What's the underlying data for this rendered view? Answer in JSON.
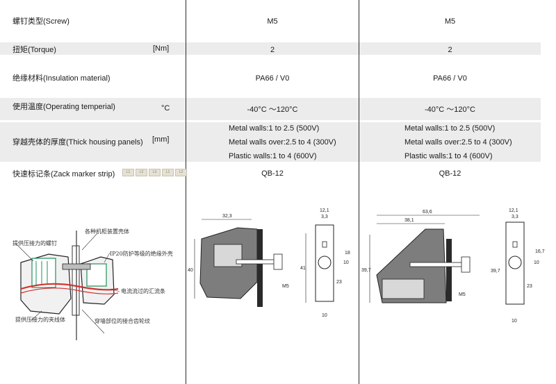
{
  "rows": [
    {
      "label": "螺钉类型(Screw)",
      "unit": "",
      "values": [
        "M5",
        "M5"
      ]
    },
    {
      "label": "扭矩(Torque)",
      "unit": "[Nm]",
      "values": [
        "2",
        "2"
      ]
    },
    {
      "label": "绝缘材料(Insulation material)",
      "unit": "",
      "values": [
        "PA66 / V0",
        "PA66 / V0"
      ]
    },
    {
      "label": "使用温度(Operating temperial)",
      "unit": "°C",
      "values": [
        "-40°C ～120°C",
        "-40°C ～120°C"
      ]
    },
    {
      "label": "穿越壳体的厚度(Thick housing panels)",
      "unit": "[mm]",
      "lines": [
        "Metal walls:1 to 2.5 (500V)",
        "Metal walls over:2.5 to 4 (300V)",
        "Plastic walls:1 to 4    (600V)"
      ]
    },
    {
      "label": "快速标记条(Zack marker strip)",
      "unit": "",
      "values": [
        "QB-12",
        "QB-12"
      ]
    }
  ],
  "marker_labels": [
    "L1",
    "L2",
    "L3",
    "L1",
    "L2"
  ],
  "annotations": {
    "screw": "提供压接力的螺钉",
    "housing": "各种机柜装置壳体",
    "ip20": "IP20防护等级的绝缘外壳",
    "busbar": "电流流过的汇流条",
    "clamp": "提供压接力的夹线体",
    "gear": "穿墙部位的接合齿轮纹"
  },
  "drawing1": {
    "width": "32,3",
    "height": "40",
    "right_h": "41",
    "screw": "M5",
    "w_top": "12,1",
    "w_top2": "3,3",
    "d10": "10",
    "d18": "18",
    "d23": "23",
    "bottom": "10"
  },
  "drawing2": {
    "width": "63,6",
    "inner": "38,1",
    "height": "39,7",
    "screw": "M5",
    "w_top": "12,1",
    "w_top2": "3,3",
    "d10": "10",
    "d16": "16,7",
    "right_h": "39,7",
    "d23": "23",
    "bottom": "10"
  },
  "colors": {
    "band": "#ececec",
    "housing_gray": "#7d7d7d",
    "line": "#2a2a2a"
  }
}
